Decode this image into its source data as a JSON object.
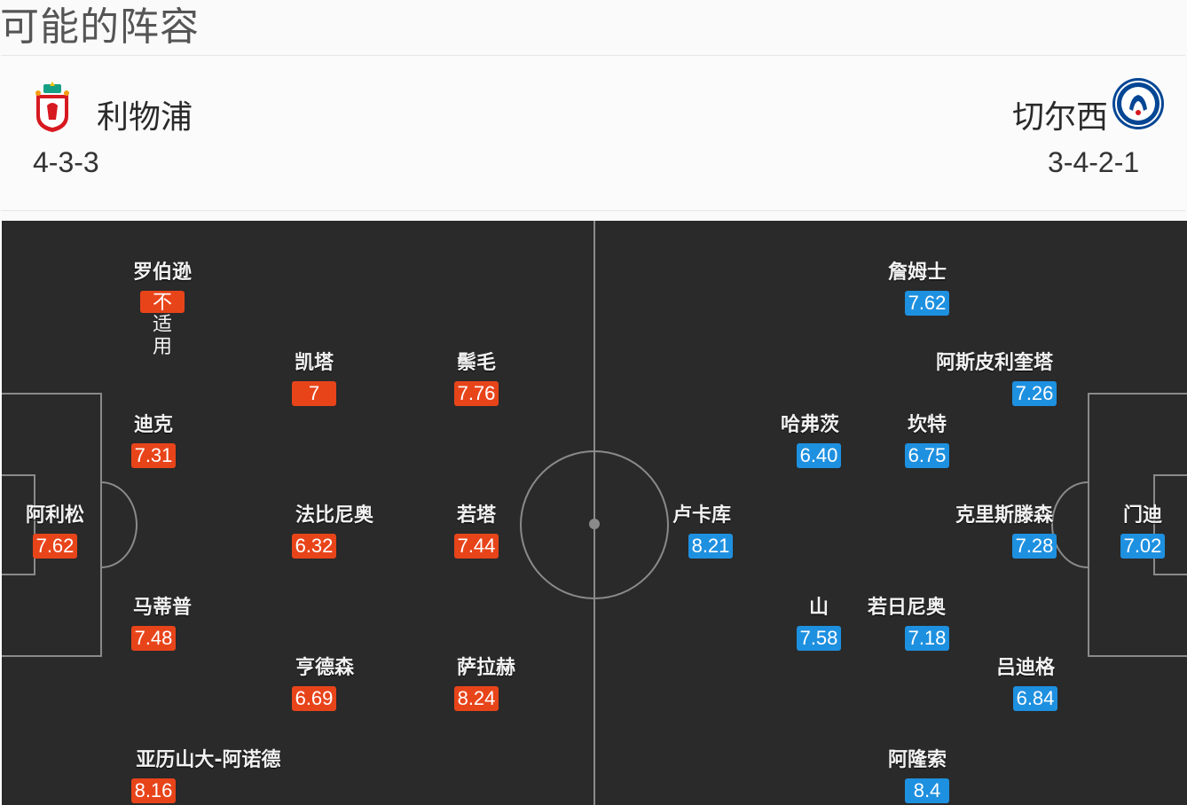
{
  "page_title": "可能的阵容",
  "colors": {
    "home_accent": "#e8441a",
    "away_accent": "#1e90e0",
    "pitch": "#2a2a2a"
  },
  "home": {
    "name": "利物浦",
    "formation": "4-3-3",
    "logo_icon": "liverpool-crest-icon",
    "players": [
      {
        "name": "罗伯逊",
        "rating": "不",
        "rating_extra": "适",
        "rating_extra2": "用"
      },
      {
        "name": "迪克",
        "rating": "7.31"
      },
      {
        "name": "阿利松",
        "rating": "7.62"
      },
      {
        "name": "马蒂普",
        "rating": "7.48"
      },
      {
        "name": "亚历山大-阿诺德",
        "rating": "8.16"
      },
      {
        "name": "凯塔",
        "rating": "7"
      },
      {
        "name": "法比尼奥",
        "rating": "6.32"
      },
      {
        "name": "亨德森",
        "rating": "6.69"
      },
      {
        "name": "鬃毛",
        "rating": "7.76"
      },
      {
        "name": "若塔",
        "rating": "7.44"
      },
      {
        "name": "萨拉赫",
        "rating": "8.24"
      }
    ]
  },
  "away": {
    "name": "切尔西",
    "formation": "3-4-2-1",
    "logo_icon": "chelsea-crest-icon",
    "players": [
      {
        "name": "詹姆士",
        "rating": "7.62"
      },
      {
        "name": "阿斯皮利奎塔",
        "rating": "7.26"
      },
      {
        "name": "哈弗茨",
        "rating": "6.40"
      },
      {
        "name": "坎特",
        "rating": "6.75"
      },
      {
        "name": "卢卡库",
        "rating": "8.21"
      },
      {
        "name": "克里斯滕森",
        "rating": "7.28"
      },
      {
        "name": "门迪",
        "rating": "7.02"
      },
      {
        "name": "山",
        "rating": "7.58"
      },
      {
        "name": "若日尼奥",
        "rating": "7.18"
      },
      {
        "name": "吕迪格",
        "rating": "6.84"
      },
      {
        "name": "阿隆索",
        "rating": "8.4"
      }
    ]
  }
}
